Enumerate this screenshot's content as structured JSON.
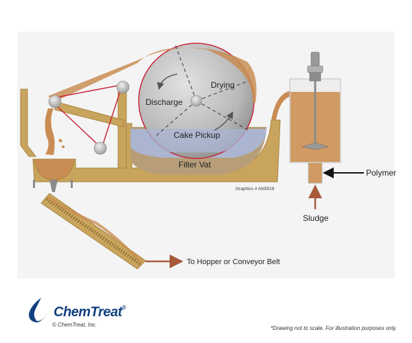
{
  "labels": {
    "drying": "Drying",
    "discharge": "Discharge",
    "cake_pickup": "Cake Pickup",
    "filter_vat": "Filter Vat",
    "graphics_id": "Graphics # AN3519",
    "polymer": "Polymer",
    "sludge": "Sludge",
    "hopper": "To Hopper or Conveyor Belt"
  },
  "brand": {
    "name": "ChemTreat",
    "trademark": "®",
    "copyright": "© ChemTreat, Inc."
  },
  "disclaimer": "*Drawing not to scale. For illustration purposes only.",
  "colors": {
    "tank": "#c9a45c",
    "sludge": "#c98d54",
    "water": "#aab6d4",
    "drum": "#bdbdbd",
    "belt": "#c8283a",
    "arrow": "#a65a3a",
    "brand": "#11407e"
  }
}
